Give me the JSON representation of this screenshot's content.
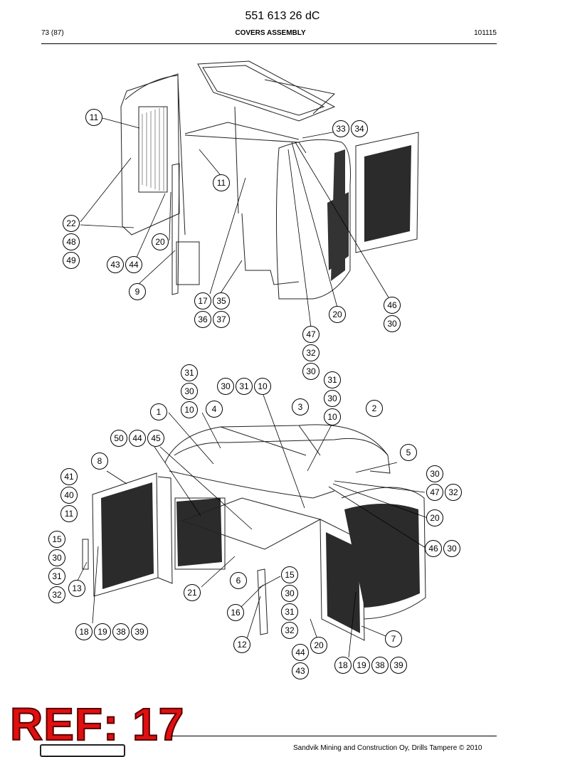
{
  "header": {
    "doc_title": "551 613 26 dC",
    "page": "73 (87)",
    "section": "COVERS ASSEMBLY",
    "doc_number": "101115"
  },
  "stamp": {
    "text": "REF: 17",
    "color": "#e01010"
  },
  "footer": {
    "copyright": "Sandvik Mining and Construction Oy, Drills Tampere © 2010"
  },
  "callouts": [
    "11",
    "33",
    "34",
    "11",
    "22",
    "48",
    "49",
    "20",
    "43",
    "44",
    "9",
    "17",
    "35",
    "36",
    "37",
    "20",
    "46",
    "30",
    "47",
    "32",
    "30",
    "31",
    "30",
    "30",
    "31",
    "10",
    "31",
    "30",
    "10",
    "4",
    "3",
    "10",
    "2",
    "1",
    "50",
    "44",
    "45",
    "5",
    "8",
    "30",
    "41",
    "47",
    "32",
    "40",
    "11",
    "20",
    "15",
    "30",
    "46",
    "30",
    "31",
    "32",
    "13",
    "6",
    "15",
    "21",
    "30",
    "16",
    "31",
    "32",
    "18",
    "19",
    "38",
    "39",
    "12",
    "20",
    "44",
    "7",
    "43",
    "18",
    "19",
    "38",
    "39"
  ]
}
